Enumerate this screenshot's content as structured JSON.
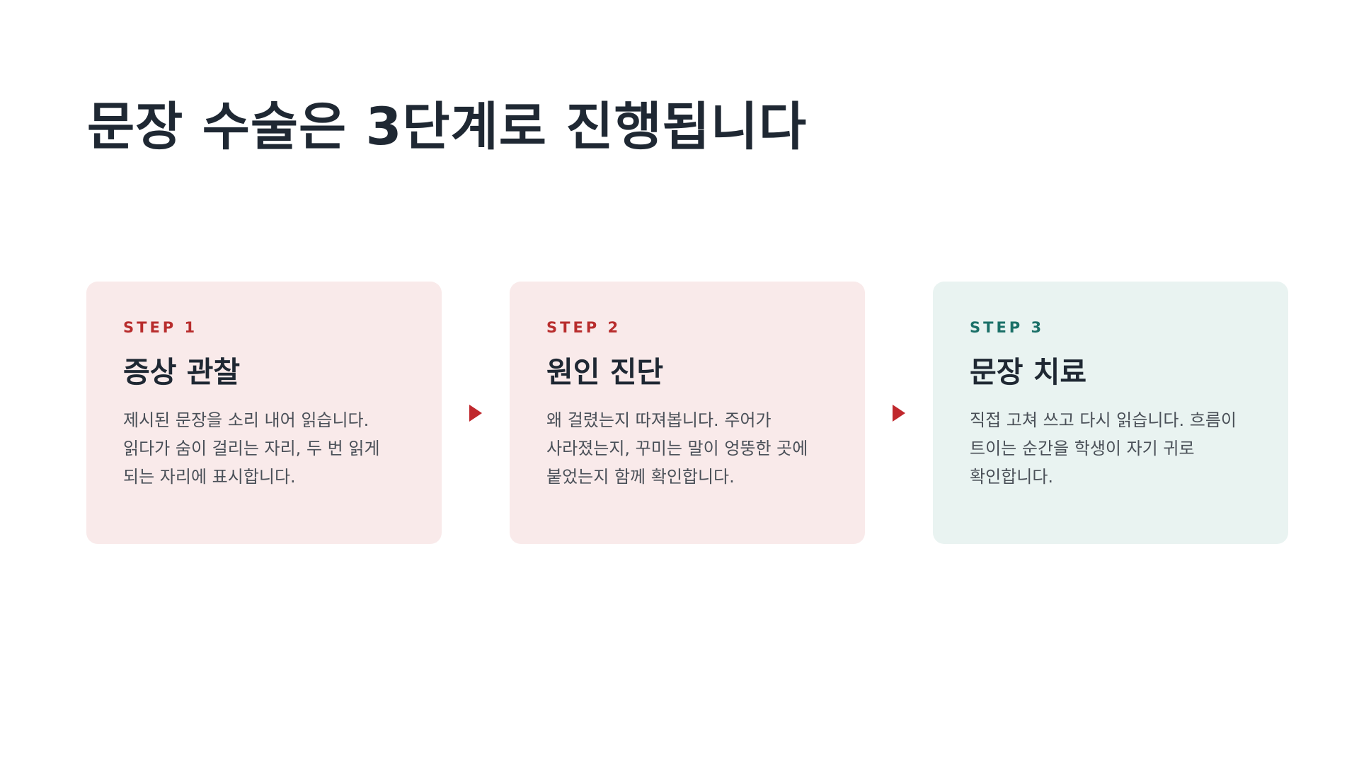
{
  "title": "문장 수술은 3단계로 진행됩니다",
  "colors": {
    "accent_red": "#b82d2d",
    "accent_teal": "#1b7068",
    "card_red_bg": "#f9eaea",
    "card_teal_bg": "#e9f3f1",
    "arrow": "#c0282d",
    "heading": "#1f2833"
  },
  "steps": [
    {
      "label": "STEP 1",
      "title": "증상 관찰",
      "body": "제시된 문장을 소리 내어 읽습니다. 읽다가 숨이 걸리는 자리, 두 번 읽게 되는 자리에 표시합니다."
    },
    {
      "label": "STEP 2",
      "title": "원인 진단",
      "body": "왜 걸렸는지 따져봅니다. 주어가 사라졌는지, 꾸미는 말이 엉뚱한 곳에 붙었는지 함께 확인합니다."
    },
    {
      "label": "STEP 3",
      "title": "문장 치료",
      "body": "직접 고쳐 쓰고 다시 읽습니다. 흐름이 트이는 순간을 학생이 자기 귀로 확인합니다."
    }
  ],
  "arrows": [
    "arrow-right-icon",
    "arrow-right-icon"
  ]
}
